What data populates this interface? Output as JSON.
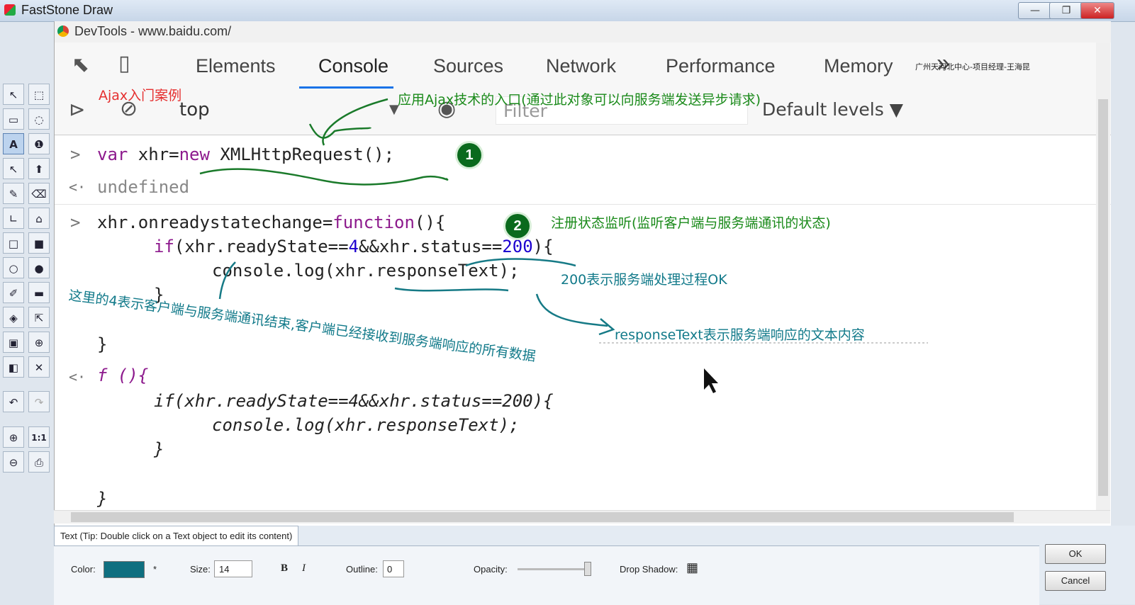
{
  "app": {
    "title": "FastStone Draw",
    "minimize": "—",
    "maximize": "❐",
    "close": "✕"
  },
  "devtools": {
    "window_title": "DevTools - www.baidu.com/",
    "tabs": [
      "Elements",
      "Console",
      "Sources",
      "Network",
      "Performance",
      "Memory"
    ],
    "more": "»",
    "context": "top",
    "filter_placeholder": "Filter",
    "levels": "Default levels ▼",
    "context_arrow": "▼"
  },
  "watermark": "广州天河北中心-项目经理-王海昆",
  "console": {
    "l1": "var xhr=new XMLHttpRequest();",
    "l2": "undefined",
    "l3": "xhr.onreadystatechange=function(){",
    "l4": "if(xhr.readyState==4&&xhr.status==200){",
    "l5": "console.log(xhr.responseText);",
    "l6": "}",
    "l7": "}",
    "l8": "f (){",
    "l9": "if(xhr.readyState==4&&xhr.status==200){",
    "l10": "console.log(xhr.responseText);",
    "l11": "}",
    "l12": "}",
    "prompt_in": ">",
    "prompt_out": "<·"
  },
  "annotations": {
    "title_red": "Ajax入门案例",
    "a1": "应用Ajax技术的入口(通过此对象可以向服务端发送异步请求)",
    "a2": "注册状态监听(监听客户端与服务端通讯的状态)",
    "a3": "200表示服务端处理过程OK",
    "a4": "这里的4表示客户端与服务端通讯结束,客户端已经接收到服务端响应的所有数据",
    "a5": "responseText表示服务端响应的文本内容",
    "badge1": "1",
    "badge2": "2"
  },
  "textpanel": {
    "tab": "Text (Tip: Double click on a Text object to edit its content)",
    "color_label": "Color:",
    "color_value": "#0f6f80",
    "star": "*",
    "size_label": "Size:",
    "size_value": "14",
    "bold": "B",
    "italic": "I",
    "outline_label": "Outline:",
    "outline_value": "0",
    "opacity_label": "Opacity:",
    "opacity_value": 1.0,
    "shadow_label": "Drop Shadow:",
    "ok": "OK",
    "cancel": "Cancel"
  },
  "tools": {
    "zoom_ratio": "1:1"
  }
}
